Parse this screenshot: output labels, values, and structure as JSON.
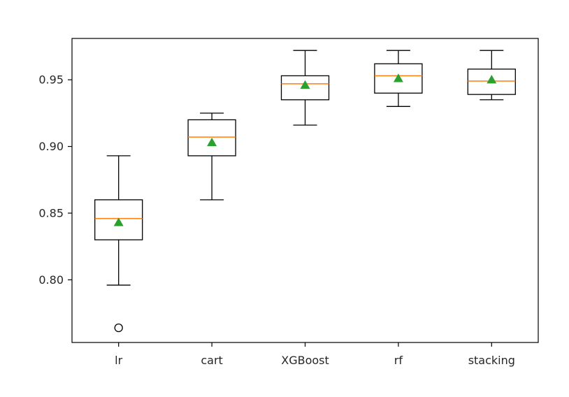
{
  "chart_data": {
    "type": "box",
    "title": "",
    "xlabel": "",
    "ylabel": "",
    "ylim": [
      0.753,
      0.981
    ],
    "y_ticks": [
      0.8,
      0.85,
      0.9,
      0.95
    ],
    "y_tick_labels": [
      "0.80",
      "0.85",
      "0.90",
      "0.95"
    ],
    "categories": [
      "lr",
      "cart",
      "XGBoost",
      "rf",
      "stacking"
    ],
    "boxes": [
      {
        "whisker_low": 0.796,
        "q1": 0.83,
        "median": 0.846,
        "q3": 0.86,
        "whisker_high": 0.893,
        "mean": 0.843,
        "outliers": [
          0.764
        ]
      },
      {
        "whisker_low": 0.86,
        "q1": 0.893,
        "median": 0.907,
        "q3": 0.92,
        "whisker_high": 0.925,
        "mean": 0.903,
        "outliers": []
      },
      {
        "whisker_low": 0.916,
        "q1": 0.935,
        "median": 0.947,
        "q3": 0.953,
        "whisker_high": 0.972,
        "mean": 0.946,
        "outliers": []
      },
      {
        "whisker_low": 0.93,
        "q1": 0.94,
        "median": 0.953,
        "q3": 0.962,
        "whisker_high": 0.972,
        "mean": 0.951,
        "outliers": []
      },
      {
        "whisker_low": 0.935,
        "q1": 0.939,
        "median": 0.949,
        "q3": 0.958,
        "whisker_high": 0.972,
        "mean": 0.95,
        "outliers": []
      }
    ],
    "grid": false,
    "colors": {
      "box": "#000000",
      "median": "#ff7f0e",
      "mean_marker": "#2ca02c",
      "axis": "#000000",
      "text": "#262626"
    }
  }
}
